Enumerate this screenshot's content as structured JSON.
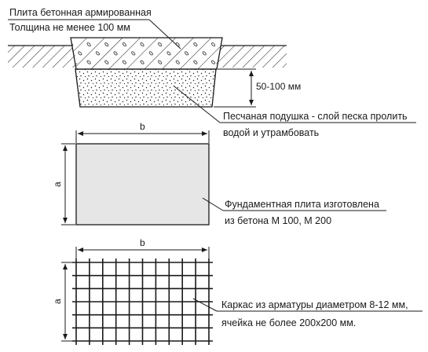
{
  "section": {
    "slab_label_line1": "Плита бетонная армированная",
    "slab_label_line2": "Толщина не менее 100 мм",
    "sand_depth": "50-100 мм",
    "sand_label_line1": "Песчаная подушка - слой песка пролить",
    "sand_label_line2": "водой и утрамбовать"
  },
  "plate": {
    "dim_width": "b",
    "dim_height": "a",
    "label_line1": "Фундаментная плита изготовлена",
    "label_line2": "из бетона М 100, М 200"
  },
  "mesh": {
    "dim_width": "b",
    "dim_height": "a",
    "label_line1": "Каркас из арматуры диаметром 8-12 мм,",
    "label_line2": "ячейка не более 200х200 мм."
  },
  "colors": {
    "line": "#1a1a1a",
    "plate_fill": "#e6e6e6",
    "background": "#ffffff"
  }
}
